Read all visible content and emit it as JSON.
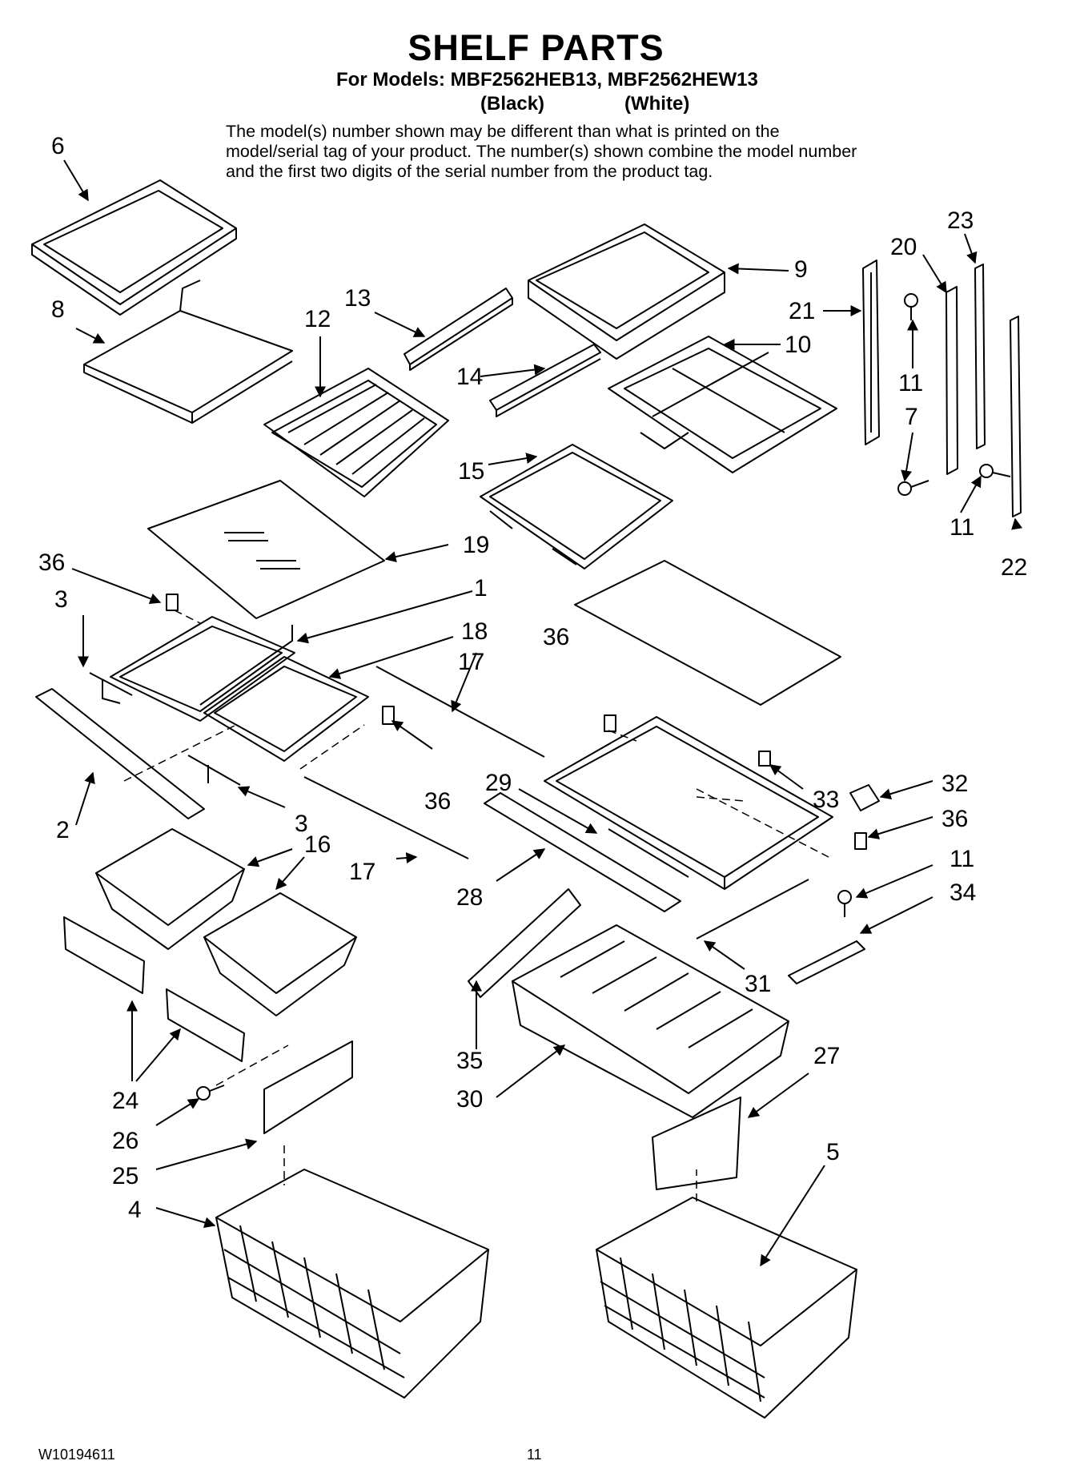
{
  "header": {
    "title": "SHELF PARTS",
    "models_line": "For Models: MBF2562HEB13, MBF2562HEW13",
    "variant_black": "(Black)",
    "variant_white": "(White)",
    "disclaimer": "The model(s) number shown may be different than what is printed on the model/serial tag of your product. The number(s) shown combine the model number and the first two digits of the serial number from the product tag."
  },
  "callouts": [
    "6",
    "8",
    "12",
    "13",
    "9",
    "10",
    "21",
    "20",
    "23",
    "11",
    "7",
    "11",
    "22",
    "14",
    "15",
    "19",
    "36",
    "3",
    "1",
    "18",
    "36",
    "17",
    "36",
    "2",
    "3",
    "33",
    "32",
    "36",
    "29",
    "11",
    "34",
    "16",
    "17",
    "28",
    "31",
    "35",
    "30",
    "27",
    "24",
    "26",
    "25",
    "5",
    "4"
  ],
  "footer": {
    "doc_number": "W10194611",
    "page_number": "11"
  }
}
